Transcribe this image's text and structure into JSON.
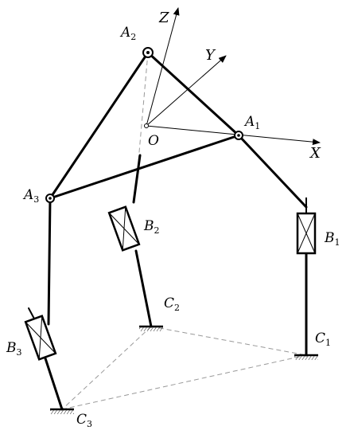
{
  "labels": {
    "A1": {
      "main": "A",
      "sub": "1"
    },
    "A2": {
      "main": "A",
      "sub": "2"
    },
    "A3": {
      "main": "A",
      "sub": "3"
    },
    "B1": {
      "main": "B",
      "sub": "1"
    },
    "B2": {
      "main": "B",
      "sub": "2"
    },
    "B3": {
      "main": "B",
      "sub": "3"
    },
    "C1": {
      "main": "C",
      "sub": "1"
    },
    "C2": {
      "main": "C",
      "sub": "2"
    },
    "C3": {
      "main": "C",
      "sub": "3"
    },
    "O": "O",
    "X": "X",
    "Y": "Y",
    "Z": "Z"
  }
}
